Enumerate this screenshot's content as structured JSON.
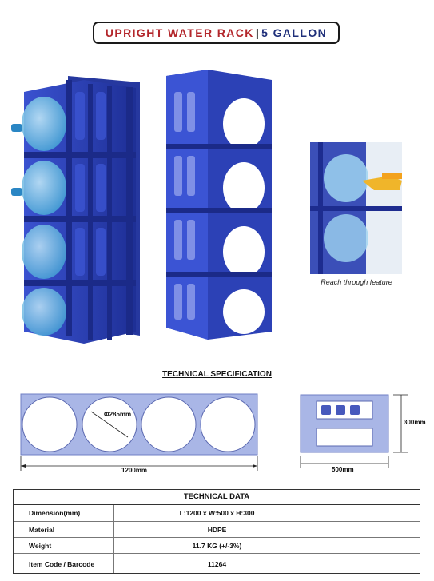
{
  "title": {
    "part1": "UPRIGHT WATER RACK",
    "separator": "|",
    "part2": "5 GALLON"
  },
  "inset_caption": "Reach through feature",
  "spec_heading": "TECHNICAL SPECIFICATION",
  "front_drawing": {
    "diameter_label": "Φ285mm",
    "width_label": "1200mm"
  },
  "side_drawing": {
    "height_label": "300mm",
    "width_label": "500mm"
  },
  "technical_data": {
    "heading": "TECHNICAL DATA",
    "rows": [
      {
        "label": "Dimension(mm)",
        "value": "L:1200 x W:500 x H:300"
      },
      {
        "label": "Material",
        "value": "HDPE"
      },
      {
        "label": "Weight",
        "value": "11.7 KG (+/-3%)"
      },
      {
        "label": "Item Code / Barcode",
        "value": "11264"
      }
    ]
  },
  "colors": {
    "rack_blue": "#2e43b8",
    "title_red": "#b3262b",
    "title_blue": "#1f2f7a",
    "bottle_cyan": "#6ec3ea"
  }
}
